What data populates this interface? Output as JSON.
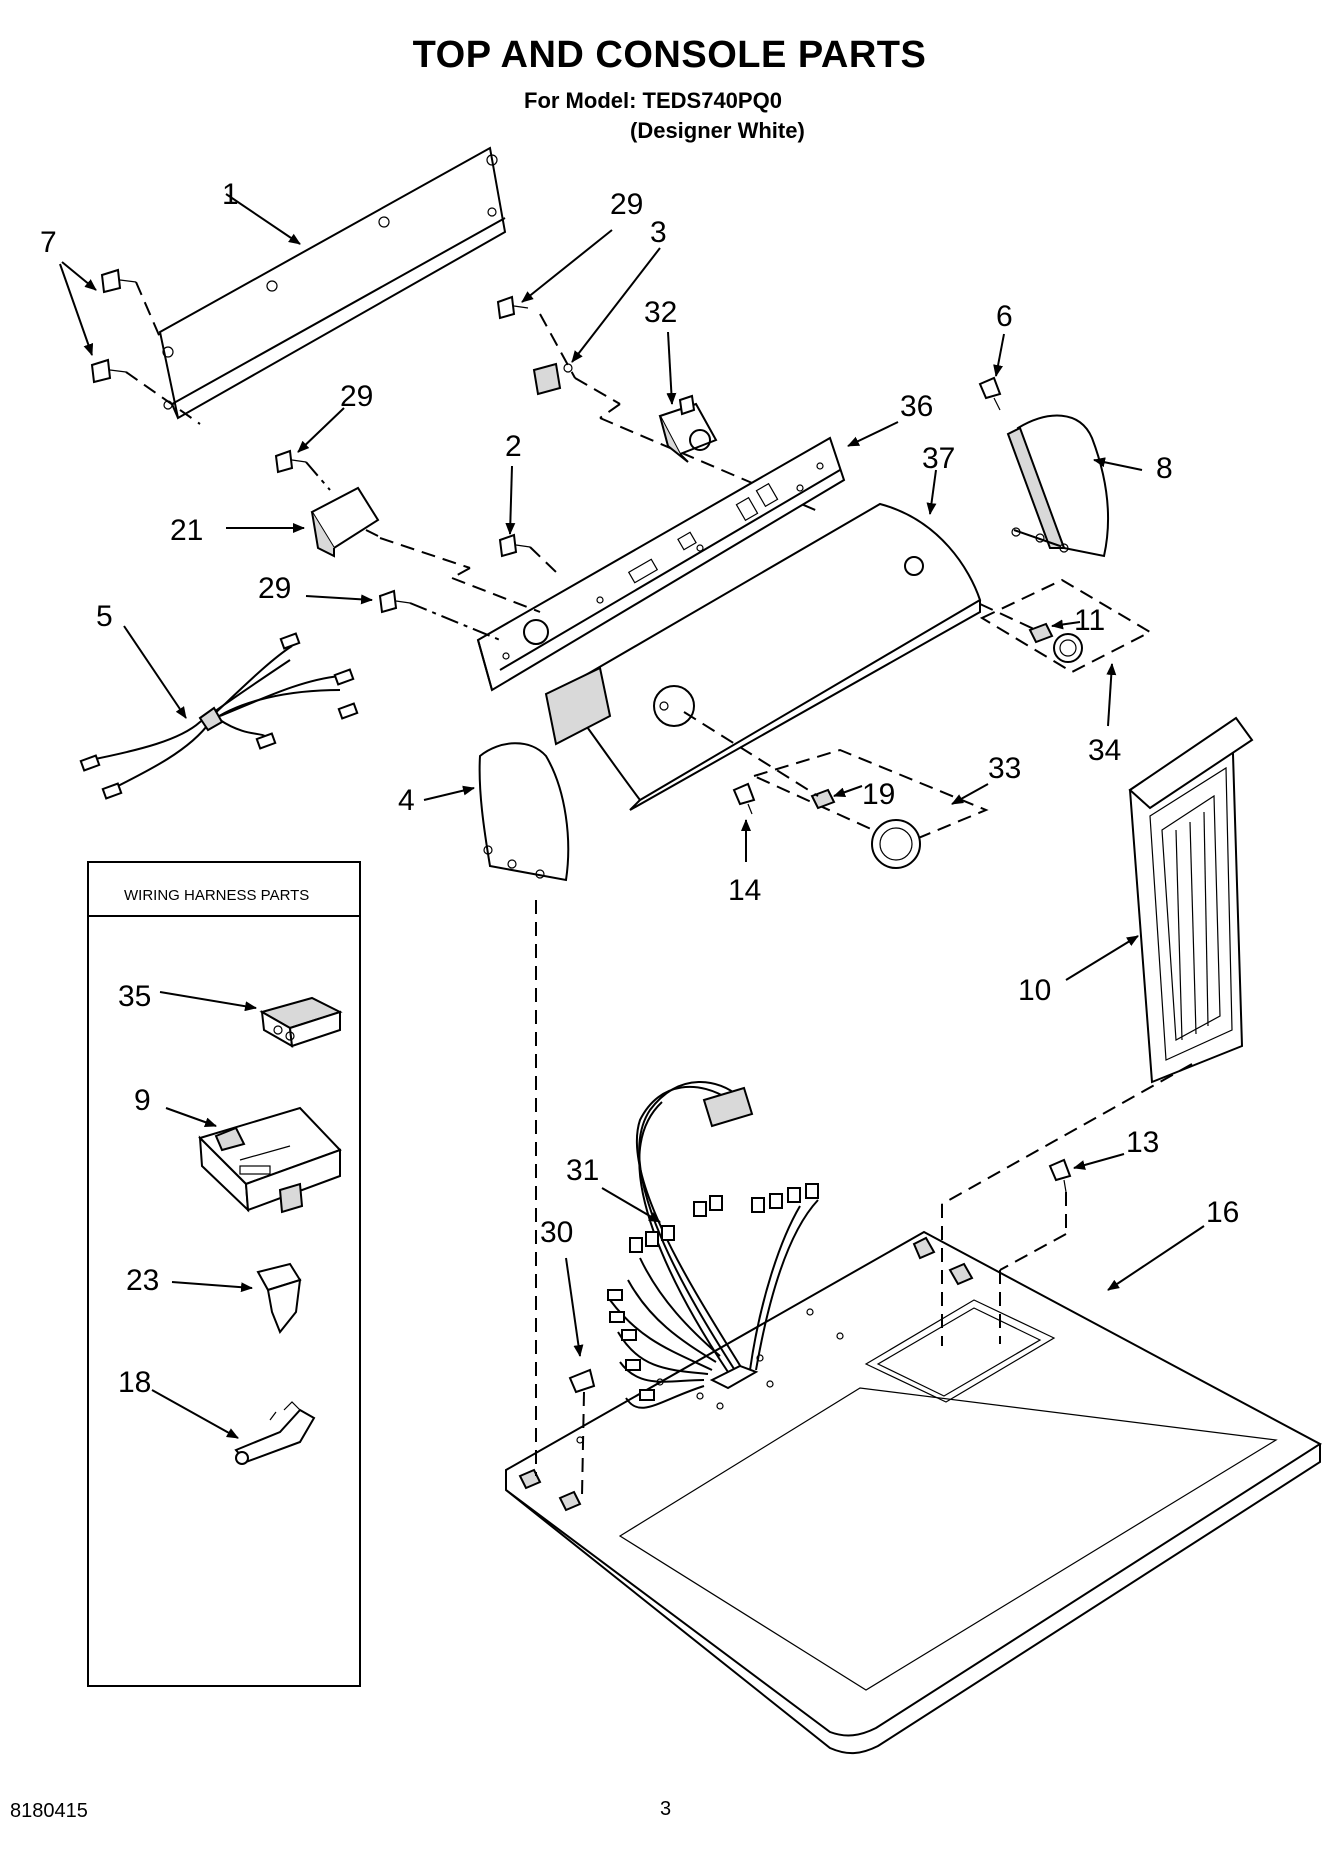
{
  "header": {
    "title": "TOP AND CONSOLE PARTS",
    "model_line": "For Model: TEDS740PQ0",
    "color_line": "(Designer White)"
  },
  "footer": {
    "doc_number": "8180415",
    "page_number": "3"
  },
  "wiring_box": {
    "title": "WIRING HARNESS PARTS"
  },
  "callouts": {
    "c1": "1",
    "c2": "2",
    "c3": "3",
    "c4": "4",
    "c5": "5",
    "c6": "6",
    "c7": "7",
    "c8": "8",
    "c9": "9",
    "c10": "10",
    "c11": "11",
    "c13": "13",
    "c14": "14",
    "c16": "16",
    "c18": "18",
    "c19": "19",
    "c21": "21",
    "c23": "23",
    "c29a": "29",
    "c29b": "29",
    "c29c": "29",
    "c30": "30",
    "c31": "31",
    "c32": "32",
    "c33": "33",
    "c34": "34",
    "c35": "35",
    "c36": "36",
    "c37": "37"
  }
}
